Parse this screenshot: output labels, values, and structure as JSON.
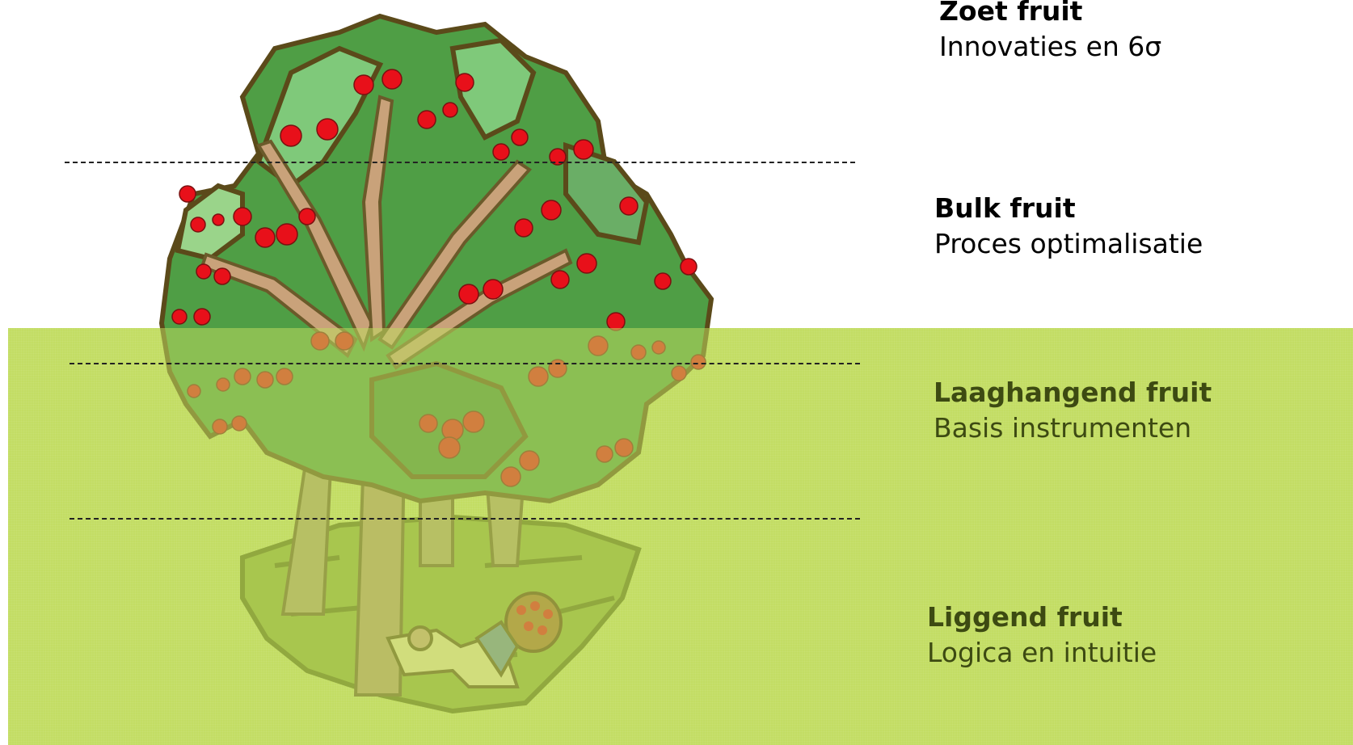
{
  "levels": [
    {
      "title": "Zoet fruit",
      "subtitle": "Innovaties en 6σ",
      "color": "#111111"
    },
    {
      "title": "Bulk fruit",
      "subtitle": "Proces optimalisatie",
      "color": "#111111"
    },
    {
      "title": "Laaghangend fruit",
      "subtitle": "Basis instrumenten",
      "color": "#3d4a12"
    },
    {
      "title": "Liggend fruit",
      "subtitle": "Logica en intuitie",
      "color": "#3d4a12"
    }
  ],
  "illustration": {
    "icon": "fruit-tree-icon",
    "fruit_color": "#e8101a",
    "foliage_color": "#5aa84a"
  },
  "band_color": "#c9e06a"
}
